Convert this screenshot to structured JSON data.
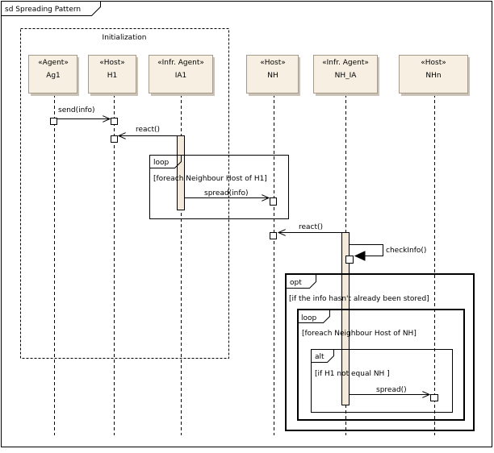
{
  "diagram": {
    "title": "sd Spreading Pattern",
    "initialization_label": "Initialization",
    "lifelines": [
      {
        "stereotype": "«Agent»",
        "name": "Ag1"
      },
      {
        "stereotype": "«Host»",
        "name": "H1"
      },
      {
        "stereotype": "«Infr. Agent»",
        "name": "IA1"
      },
      {
        "stereotype": "«Host»",
        "name": "NH"
      },
      {
        "stereotype": "«Infr. Agent»",
        "name": "NH_IA"
      },
      {
        "stereotype": "«Host»",
        "name": "NHn"
      }
    ],
    "messages": [
      {
        "label": "send(info)"
      },
      {
        "label": "react()"
      },
      {
        "label": "spread(info)"
      },
      {
        "label": "react()"
      },
      {
        "label": "checkInfo()"
      },
      {
        "label": "spread()"
      }
    ],
    "fragments": [
      {
        "operator": "loop",
        "guard": "[foreach Neighbour Host of H1]"
      },
      {
        "operator": "opt",
        "guard": "[if the info hasn't already been stored]"
      },
      {
        "operator": "loop",
        "guard": "[foreach Neighbour Host of NH]"
      },
      {
        "operator": "alt",
        "guard": "[if H1 not equal NH ]"
      }
    ]
  }
}
